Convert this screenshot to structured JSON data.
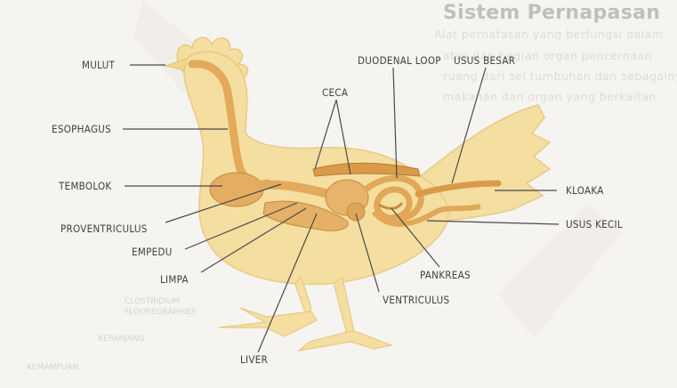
{
  "background": {
    "heading": "Sistem Pernapasan",
    "lines": [
      "Alat pernafasan yang berfungsi dalam",
      "atas dan bagian organ pencernaan",
      "ruang dari sel tumbuhan dan sebagainya",
      "makanan dan organ yang berkaitan"
    ],
    "captions": [
      "CLOSTRIDIUM",
      "FLOUREGRAPHIES",
      "KERANJANG",
      "KEMAMPUAN"
    ]
  },
  "labels": {
    "mulut": "MULUT",
    "esophagus": "ESOPHAGUS",
    "tembolok": "TEMBOLOK",
    "proventriculus": "PROVENTRICULUS",
    "empedu": "EMPEDU",
    "limpa": "LIMPA",
    "liver": "LIVER",
    "ceca": "CECA",
    "duodenal_loop": "DUODENAL LOOP",
    "usus_besar": "USUS BESAR",
    "kloaka": "KLOAKA",
    "usus_kecil": "USUS KECIL",
    "pankreas": "PANKREAS",
    "ventriculus": "VENTRICULUS"
  },
  "colors": {
    "body": "#f4dea0",
    "body_edge": "#e7cb84",
    "organ": "#e2aa5a",
    "organ_dark": "#c88a3c",
    "label": "#3f3f3f",
    "leader": "#4a4a4a"
  }
}
